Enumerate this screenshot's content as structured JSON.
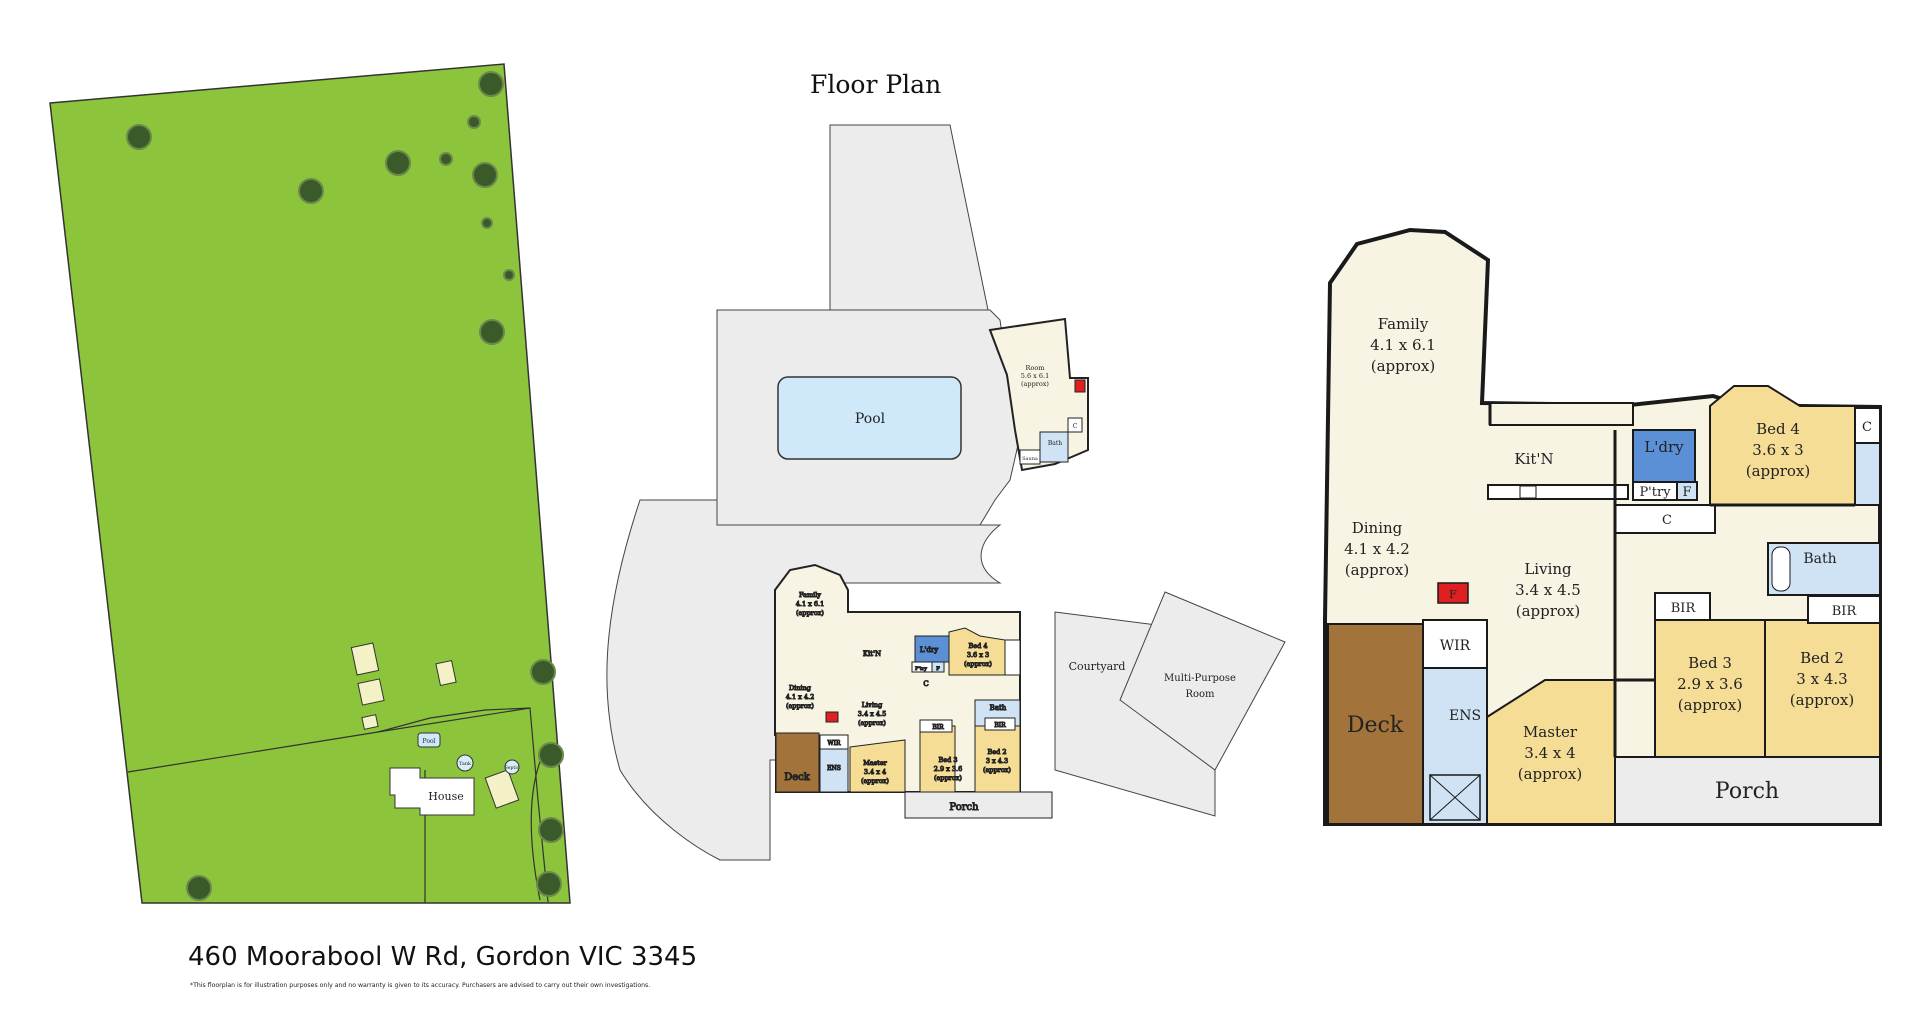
{
  "title": "Floor Plan",
  "address": "460 Moorabool W Rd, Gordon VIC 3345",
  "disclaimer": "*This floorplan is for illustration purposes only and no warranty is given to its accuracy. Purchasers are advised to carry out their own investigations.",
  "colors": {
    "lawn": "#8cc43c",
    "tree": "#3a5a2a",
    "floor": "#f7f4e3",
    "bedroom": "#f5dd96",
    "wet": "#cfe3f5",
    "laundry": "#5b8fd6",
    "deck": "#a2733b",
    "paving": "#ececec",
    "pool": "#cfe9fb",
    "fire": "#e02020",
    "walls": "#1a1a1a"
  },
  "site_plan": {
    "labels": {
      "house": "House",
      "pool": "Pool",
      "tank": "Tank",
      "septic": "Septic"
    }
  },
  "overview": {
    "labels": {
      "pool": "Pool",
      "courtyard": "Courtyard",
      "mpr_line1": "Multi-Purpose",
      "mpr_line2": "Room",
      "porch": "Porch",
      "deck": "Deck",
      "room_name": "Room",
      "room_dim": "5.6 x 6.1",
      "room_approx": "(approx)",
      "bath": "Bath",
      "sauna": "Sauna",
      "c": "C",
      "family": "Family",
      "family_dim": "4.1 x 6.1",
      "dining": "Dining",
      "dining_dim": "4.1 x 4.2",
      "living": "Living",
      "living_dim": "3.4 x 4.5",
      "kitchen": "Kit'N",
      "laundry": "L'dry",
      "pantry": "P'try",
      "f": "F",
      "bed4": "Bed 4",
      "bed4_dim": "3.6 x 3",
      "bed3": "Bed 3",
      "bed3_dim": "2.9 x 3.6",
      "bed2": "Bed 2",
      "bed2_dim": "3 x 4.3",
      "bir": "BIR",
      "wir": "WIR",
      "ens": "ENS",
      "master": "Master",
      "master_dim": "3.4 x 4",
      "approx": "(approx)"
    }
  },
  "house_plan": {
    "rooms": {
      "family": {
        "name": "Family",
        "dim": "4.1 x 6.1",
        "approx": "(approx)"
      },
      "dining": {
        "name": "Dining",
        "dim": "4.1 x 4.2",
        "approx": "(approx)"
      },
      "living": {
        "name": "Living",
        "dim": "3.4 x 4.5",
        "approx": "(approx)"
      },
      "kitchen": {
        "name": "Kit'N"
      },
      "laundry": {
        "name": "L'dry"
      },
      "pantry": {
        "name": "P'try"
      },
      "fridge": {
        "name": "F"
      },
      "bed4": {
        "name": "Bed 4",
        "dim": "3.6 x 3",
        "approx": "(approx)"
      },
      "bed3": {
        "name": "Bed 3",
        "dim": "2.9 x 3.6",
        "approx": "(approx)"
      },
      "bed2": {
        "name": "Bed 2",
        "dim": "3 x 4.3",
        "approx": "(approx)"
      },
      "master": {
        "name": "Master",
        "dim": "3.4 x 4",
        "approx": "(approx)"
      },
      "bath": {
        "name": "Bath"
      },
      "wir": {
        "name": "WIR"
      },
      "ens": {
        "name": "ENS"
      },
      "bir3": {
        "name": "BIR"
      },
      "bir2": {
        "name": "BIR"
      },
      "closet": {
        "name": "C"
      },
      "c4": {
        "name": "C"
      },
      "deck": {
        "name": "Deck"
      },
      "porch": {
        "name": "Porch"
      }
    }
  }
}
